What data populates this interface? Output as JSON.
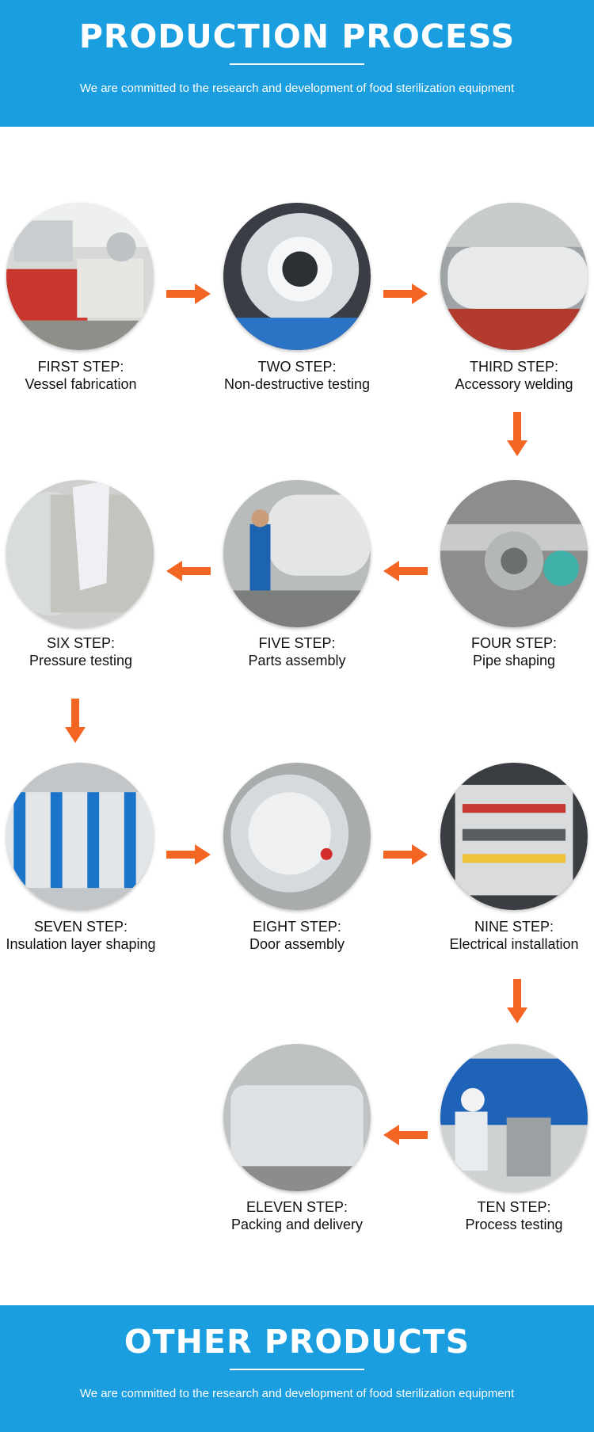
{
  "header": {
    "title": "PRODUCTION PROCESS",
    "subtitle": "We are committed to the research and development of food sterilization equipment"
  },
  "steps": [
    {
      "title": "FIRST STEP:",
      "desc": "Vessel fabrication"
    },
    {
      "title": "TWO STEP:",
      "desc": "Non-destructive testing"
    },
    {
      "title": "THIRD STEP:",
      "desc": "Accessory welding"
    },
    {
      "title": "FOUR STEP:",
      "desc": "Pipe shaping"
    },
    {
      "title": "FIVE STEP:",
      "desc": "Parts assembly"
    },
    {
      "title": "SIX STEP:",
      "desc": "Pressure testing"
    },
    {
      "title": "SEVEN STEP:",
      "desc": "Insulation layer shaping"
    },
    {
      "title": "EIGHT STEP:",
      "desc": "Door assembly"
    },
    {
      "title": "NINE STEP:",
      "desc": "Electrical installation"
    },
    {
      "title": "TEN STEP:",
      "desc": "Process testing"
    },
    {
      "title": "ELEVEN STEP:",
      "desc": "Packing and delivery"
    }
  ],
  "footer": {
    "title": "OTHER PRODUCTS",
    "subtitle": "We are committed to the research and development of food sterilization equipment"
  },
  "colors": {
    "banner": "#1a9ee0",
    "arrow": "#f26522"
  }
}
